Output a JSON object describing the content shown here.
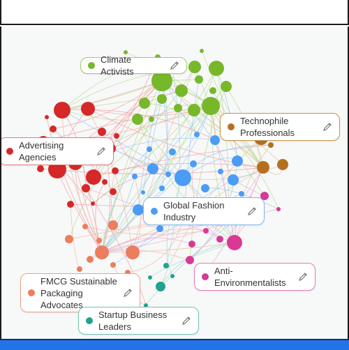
{
  "colors": {
    "green": "#76b82a",
    "red": "#d62828",
    "blue": "#4b9cf5",
    "brown": "#b5701f",
    "salmon": "#ec7d5d",
    "pink": "#d93995",
    "teal": "#1fa38f",
    "edge_blue": "#9cc7f7",
    "edge_red": "#f0a0a0",
    "edge_green": "#b8dc8c",
    "edge_pink": "#f2a7cf"
  },
  "groups": [
    {
      "id": "climate",
      "label": "Climate Activists",
      "color": "#76b82a",
      "border": "#9fcf6a"
    },
    {
      "id": "techno",
      "label": "Technophile\nProfessionals",
      "color": "#b5701f",
      "border": "#c9924f"
    },
    {
      "id": "adv",
      "label": "Advertising\nAgencies",
      "color": "#d62828",
      "border": "#e07a7a"
    },
    {
      "id": "fashion",
      "label": "Global Fashion\nIndustry",
      "color": "#4b9cf5",
      "border": "#7fb5ef"
    },
    {
      "id": "anti",
      "label": "Anti-\nEnvironmentalists",
      "color": "#d93995",
      "border": "#e47ab7"
    },
    {
      "id": "fmcg",
      "label": "FMCG Sustainable\nPackaging\nAdvocates",
      "color": "#ec7d5d",
      "border": "#eea38b"
    },
    {
      "id": "startup",
      "label": "Startup Business\nLeaders",
      "color": "#1fa38f",
      "border": "#74c4b6"
    }
  ],
  "icons": {
    "edit": "pencil-icon"
  }
}
